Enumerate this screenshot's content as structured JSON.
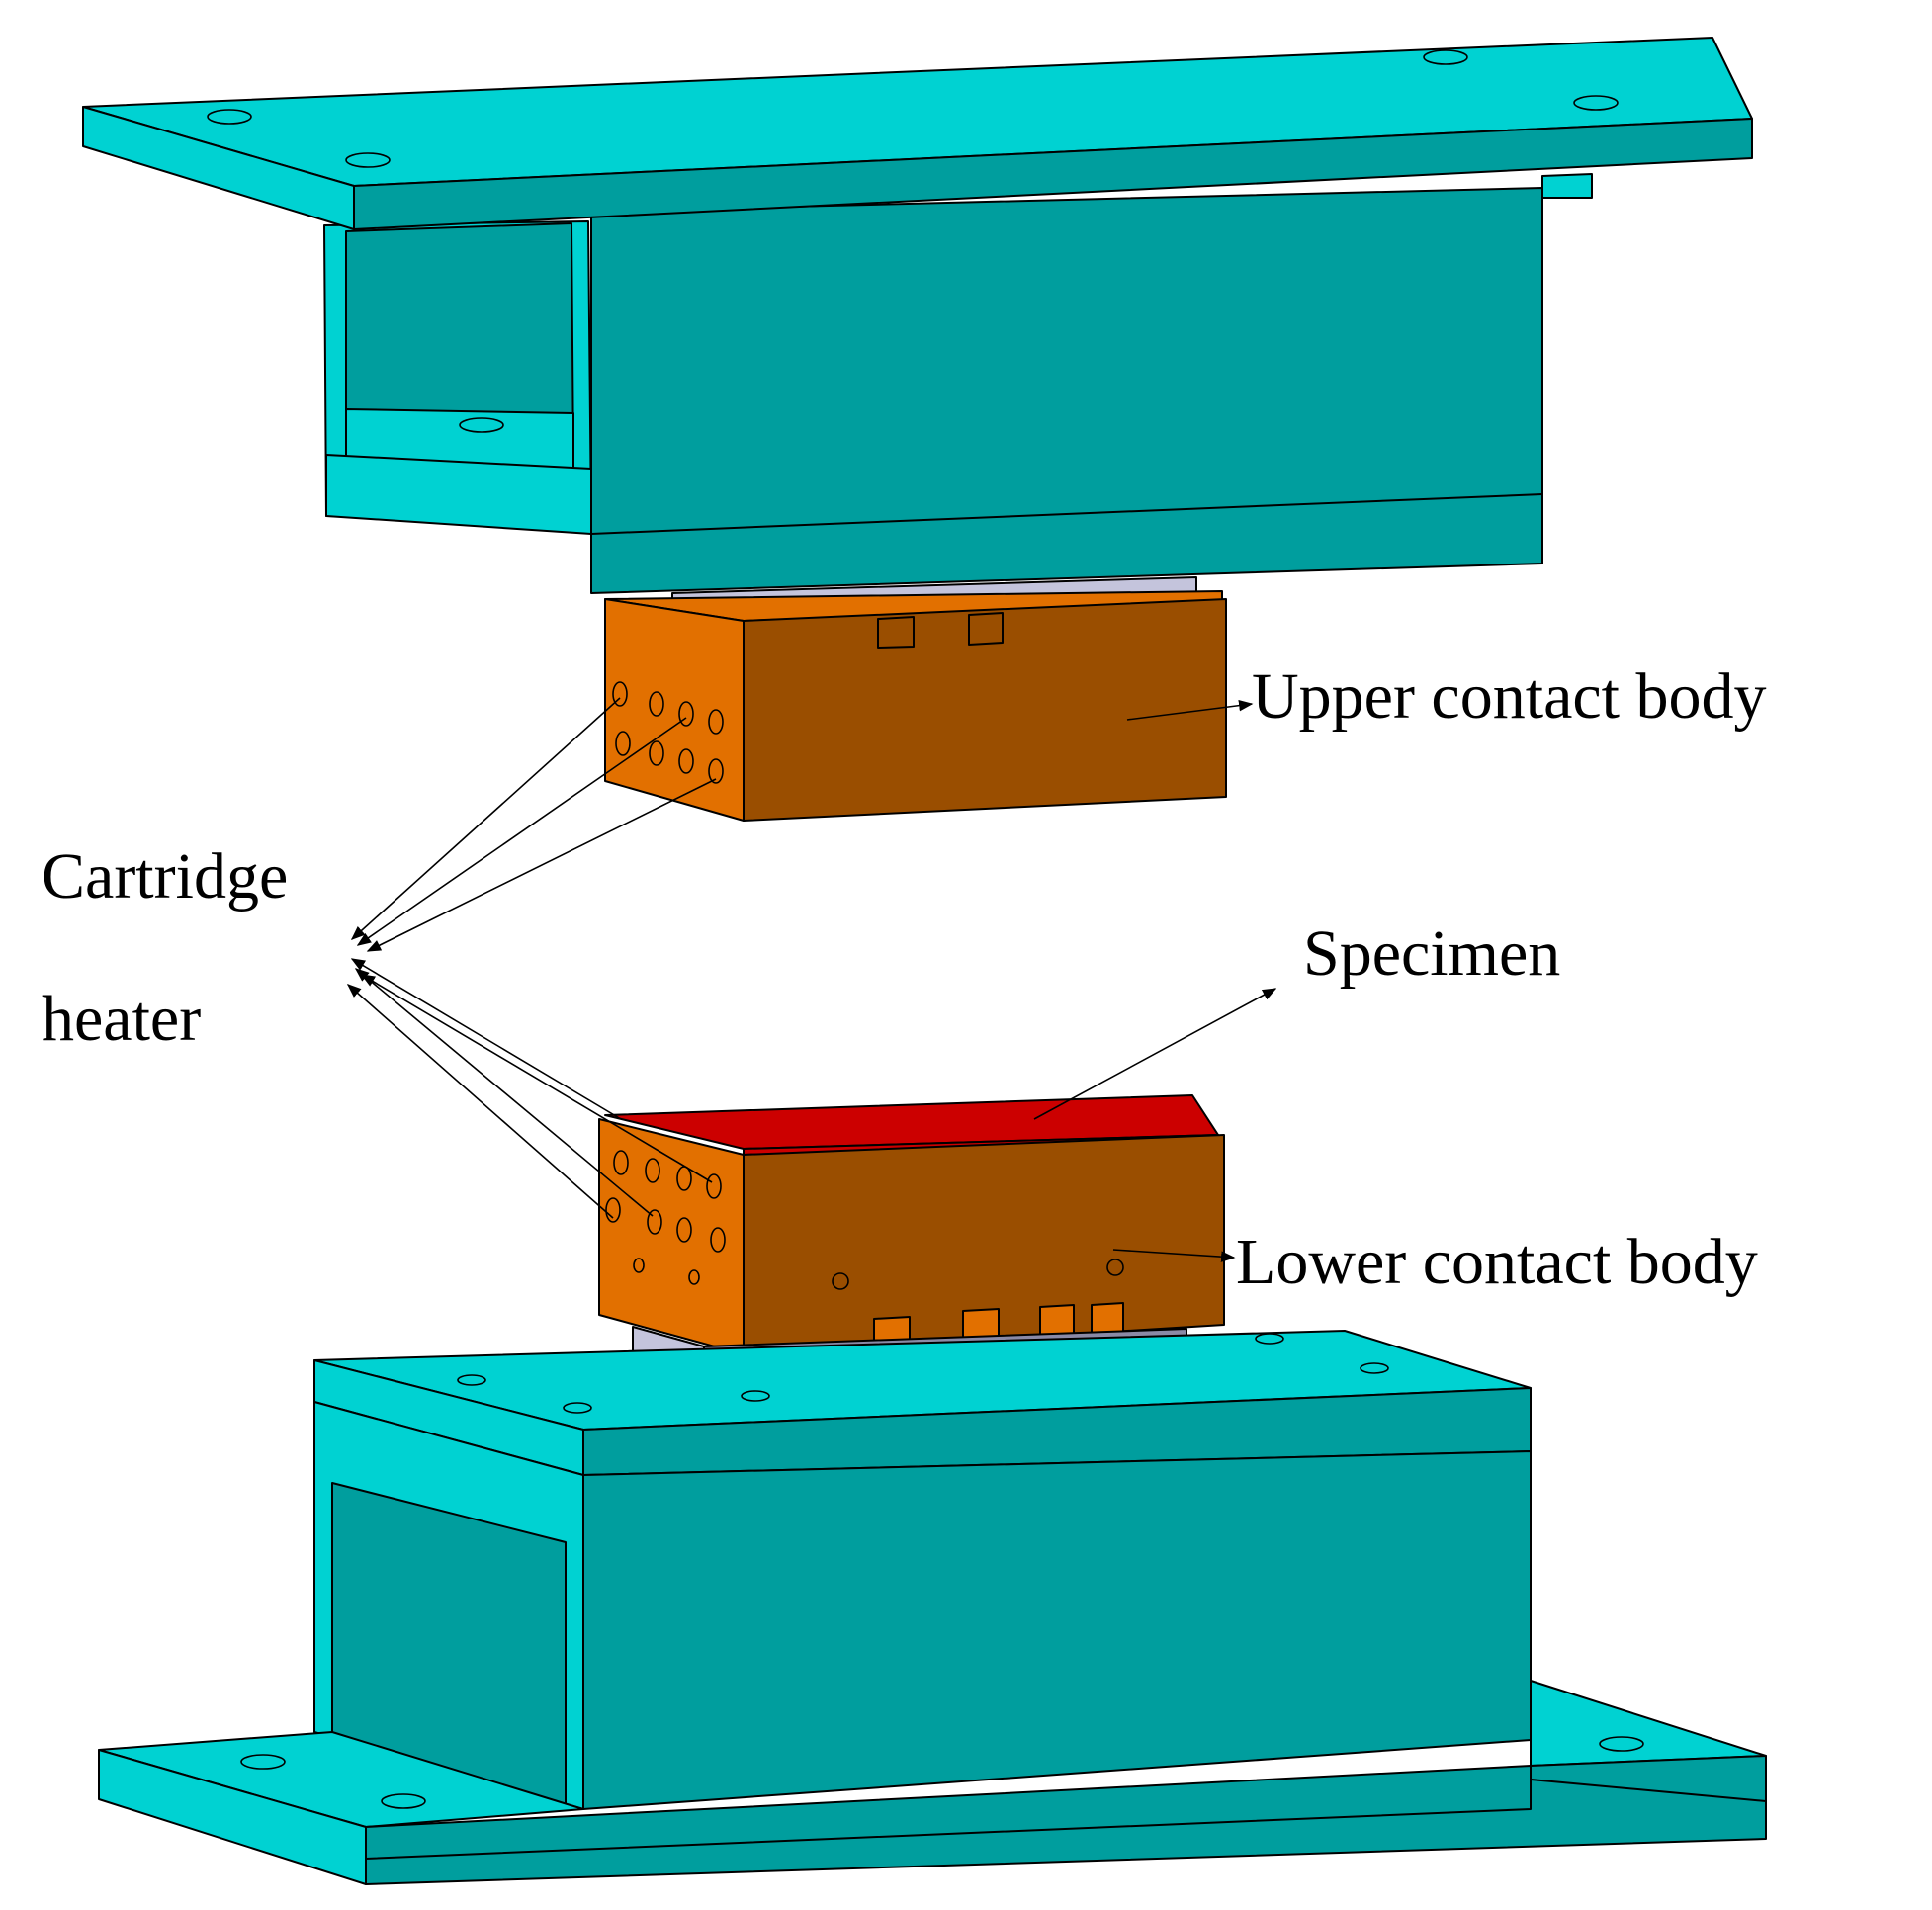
{
  "labels": {
    "upper_contact_body": "Upper contact body",
    "lower_contact_body": "Lower contact body",
    "specimen": "Specimen",
    "cartridge_line1": "Cartridge",
    "cartridge_line2": "heater"
  },
  "colors": {
    "frame_light": "#00D2D2",
    "frame_dark": "#009E9E",
    "block_light": "#E27000",
    "block_dark": "#9A4E00",
    "specimen": "#CC0000",
    "plate_light": "#C4C4DC",
    "plate_dark": "#8A8AA6"
  }
}
